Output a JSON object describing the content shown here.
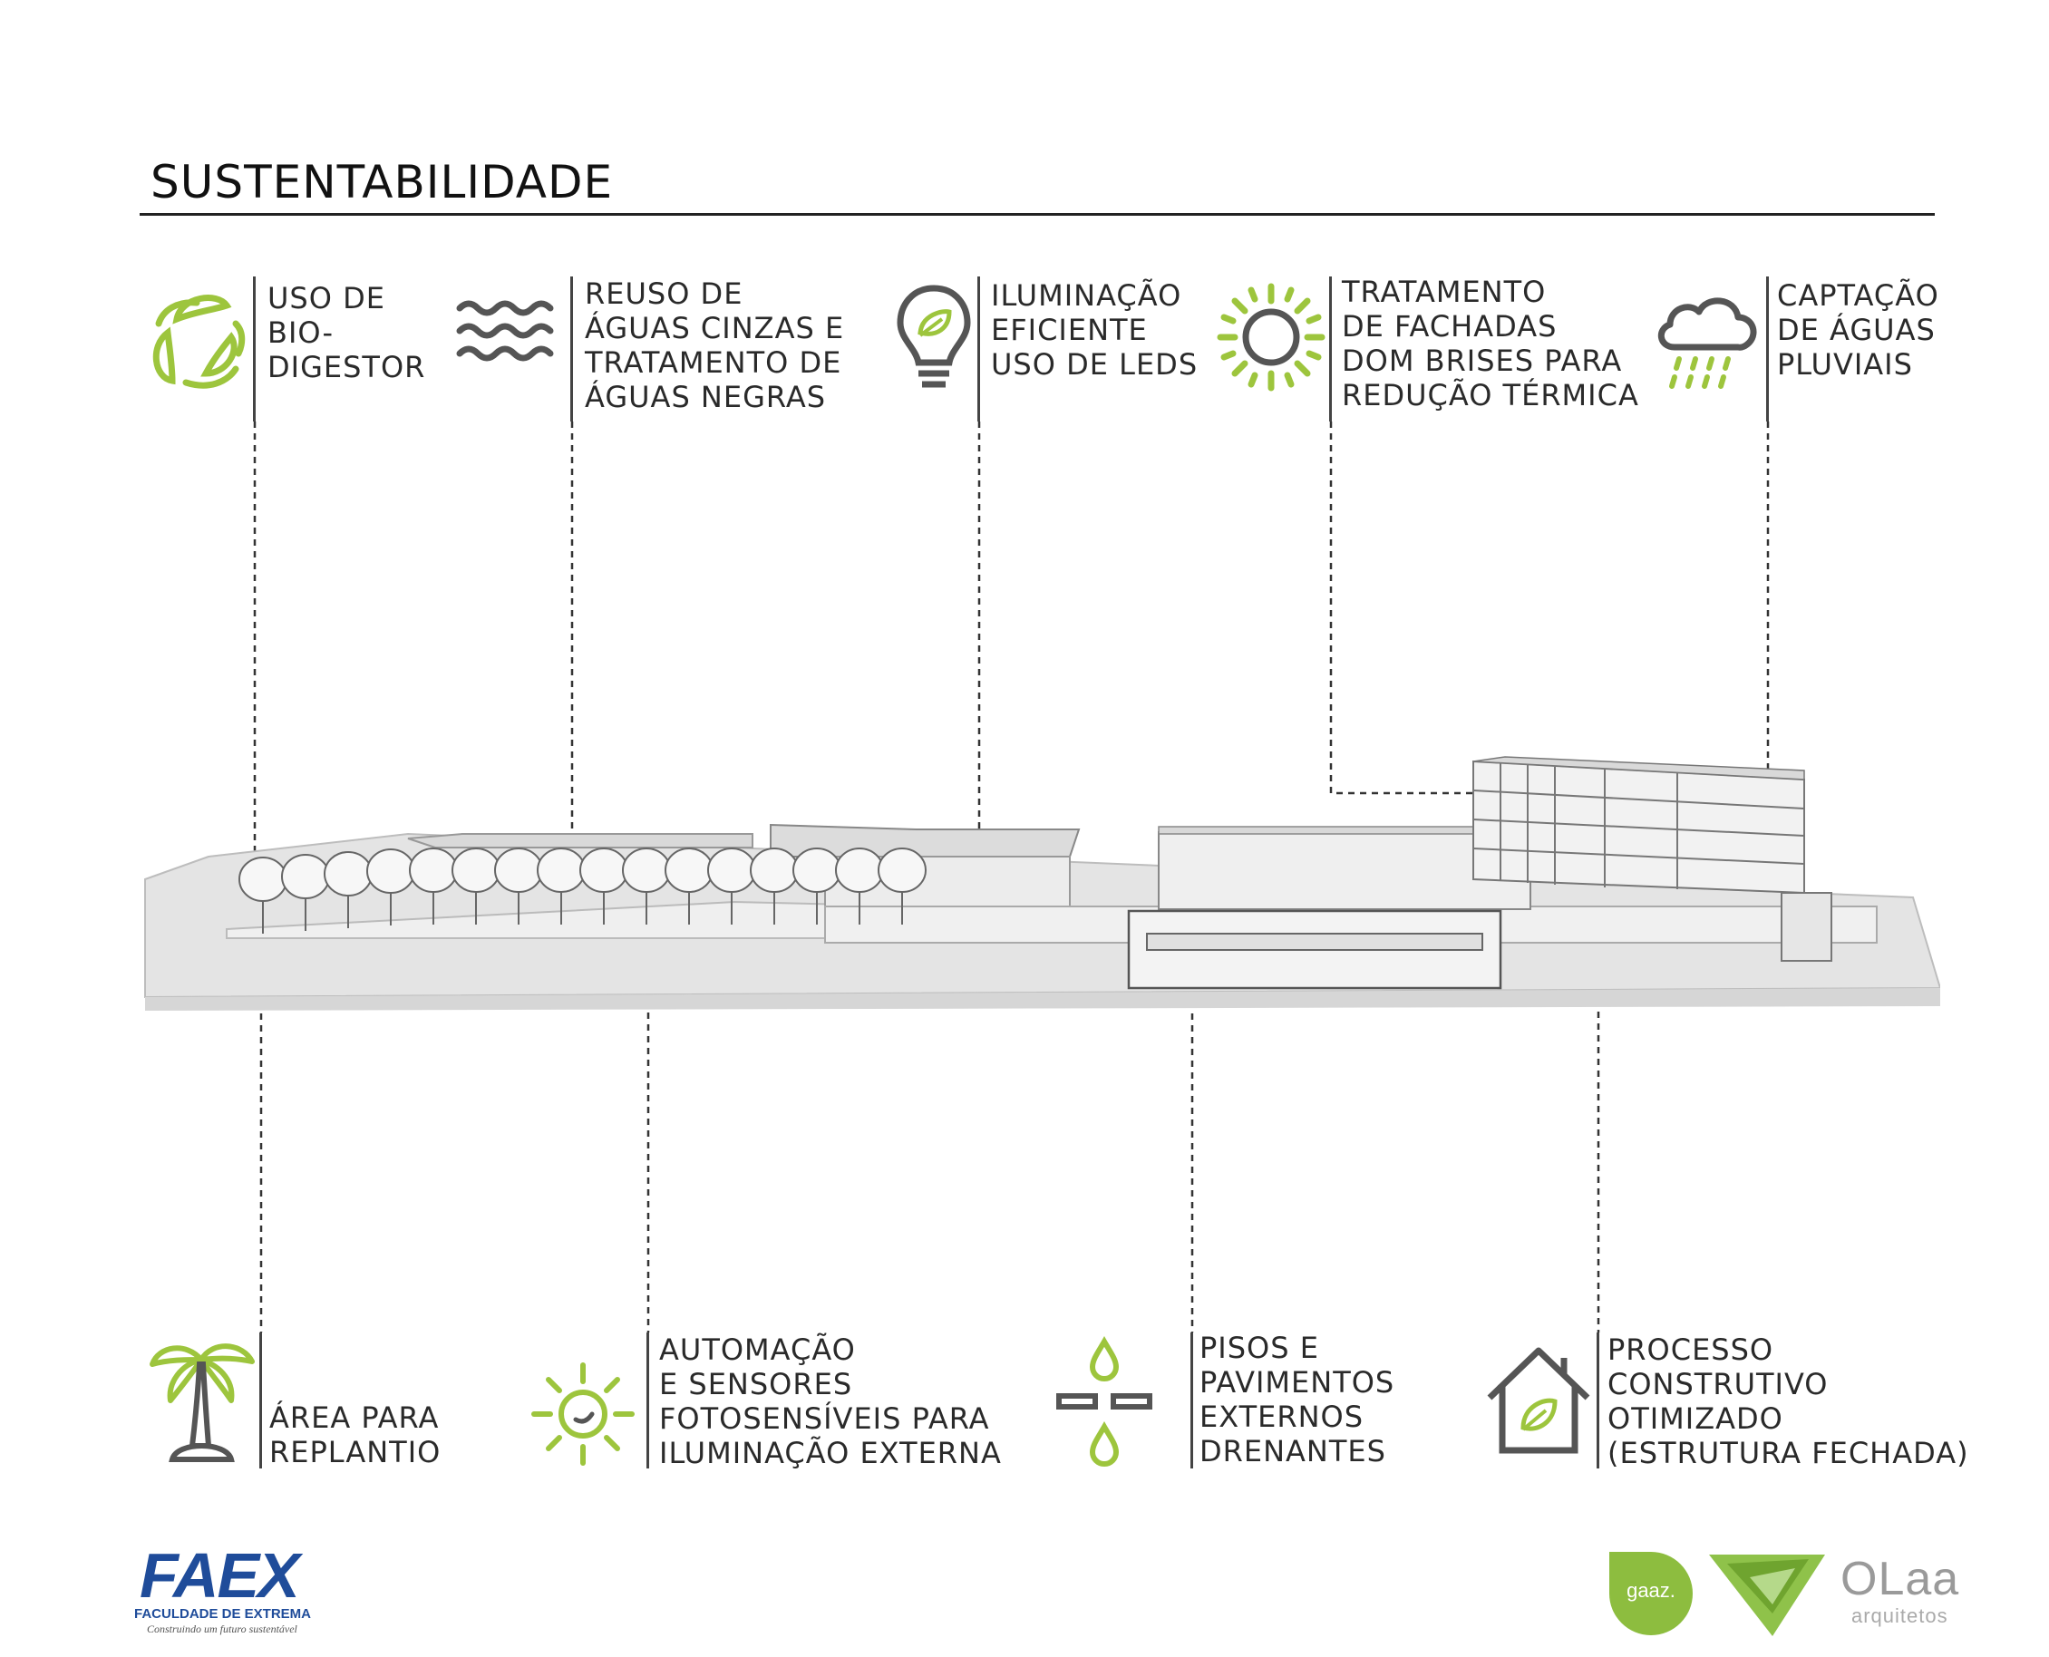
{
  "page": {
    "title": "SUSTENTABILIDADE"
  },
  "colors": {
    "accent": "#9dc53d",
    "icon_gray": "#555555",
    "line": "#333333"
  },
  "top_features": [
    {
      "icon": "recycle-leaves-icon",
      "label": "USO DE\nBIO-\nDIGESTOR"
    },
    {
      "icon": "water-waves-icon",
      "label": "REUSO DE\nÁGUAS CINZAS E\nTRATAMENTO DE\nÁGUAS NEGRAS"
    },
    {
      "icon": "lightbulb-leaf-icon",
      "label": "ILUMINAÇÃO\nEFICIENTE\nUSO DE LEDS"
    },
    {
      "icon": "sun-icon",
      "label": "TRATAMENTO\nDE FACHADAS\nDOM BRISES PARA\nREDUÇÃO TÉRMICA"
    },
    {
      "icon": "rain-cloud-icon",
      "label": "CAPTAÇÃO\nDE ÁGUAS\nPLUVIAIS"
    }
  ],
  "bottom_features": [
    {
      "icon": "palm-tree-icon",
      "label": "ÁREA PARA\nREPLANTIO"
    },
    {
      "icon": "sun-sensor-icon",
      "label": "AUTOMAÇÃO\nE SENSORES\nFOTOSENSÍVEIS PARA\nILUMINAÇÃO EXTERNA"
    },
    {
      "icon": "drain-drops-icon",
      "label": "PISOS E\nPAVIMENTOS\nEXTERNOS\nDRENANTES"
    },
    {
      "icon": "house-leaf-icon",
      "label": "PROCESSO\nCONSTRUTIVO\nOTIMIZADO\n(ESTRUTURA FECHADA)"
    }
  ],
  "logos": {
    "faex": {
      "name": "FAEX",
      "subtitle": "FACULDADE DE EXTREMA",
      "tagline": "Construindo um futuro sustentável"
    },
    "gaaz": {
      "name": "gaaz."
    },
    "olaa": {
      "name": "OLaa",
      "subtitle": "arquitetos"
    }
  }
}
